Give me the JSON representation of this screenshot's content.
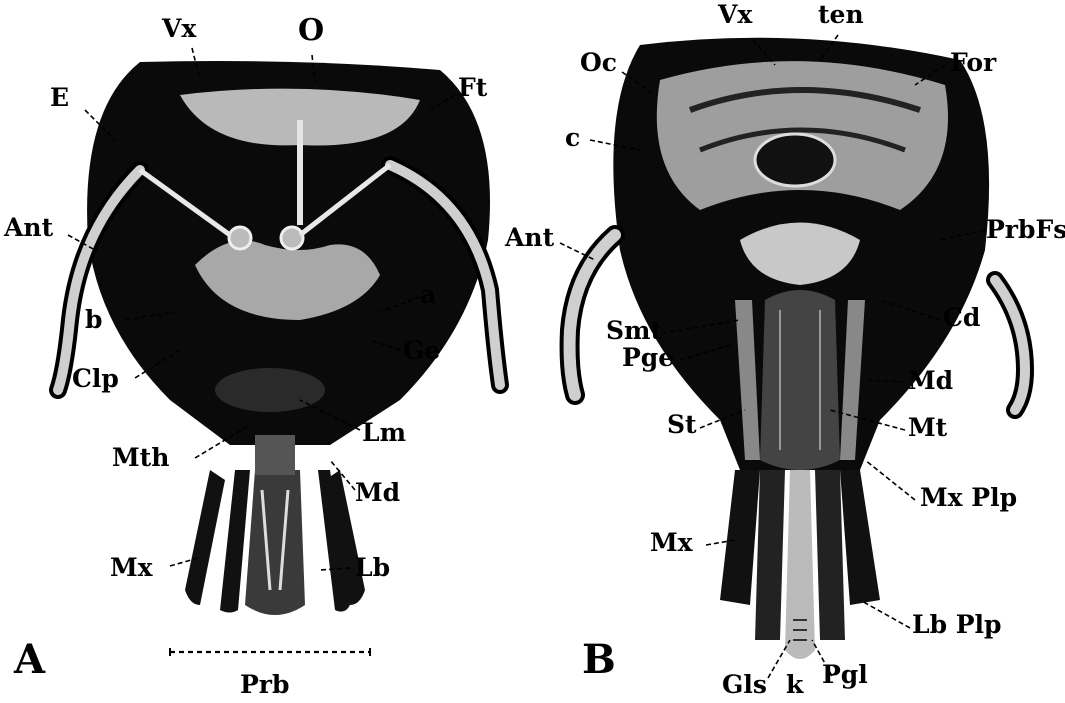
{
  "figure": {
    "panels": [
      {
        "panel_letter": "A",
        "labels": [
          "Vx",
          "O",
          "E",
          "Ft",
          "Ant",
          "b",
          "a",
          "Clp",
          "Ge",
          "Lm",
          "Mth",
          "Md",
          "Mx",
          "Lb",
          "Prb"
        ]
      },
      {
        "panel_letter": "B",
        "labels": [
          "Vx",
          "ten",
          "Oc",
          "For",
          "c",
          "PrbFs",
          "Ant",
          "Cd",
          "Smt",
          "Pge",
          "Md",
          "St",
          "Mt",
          "Mx Plp",
          "Mx",
          "Lb Plp",
          "Gls",
          "k",
          "Pgl"
        ]
      }
    ]
  }
}
